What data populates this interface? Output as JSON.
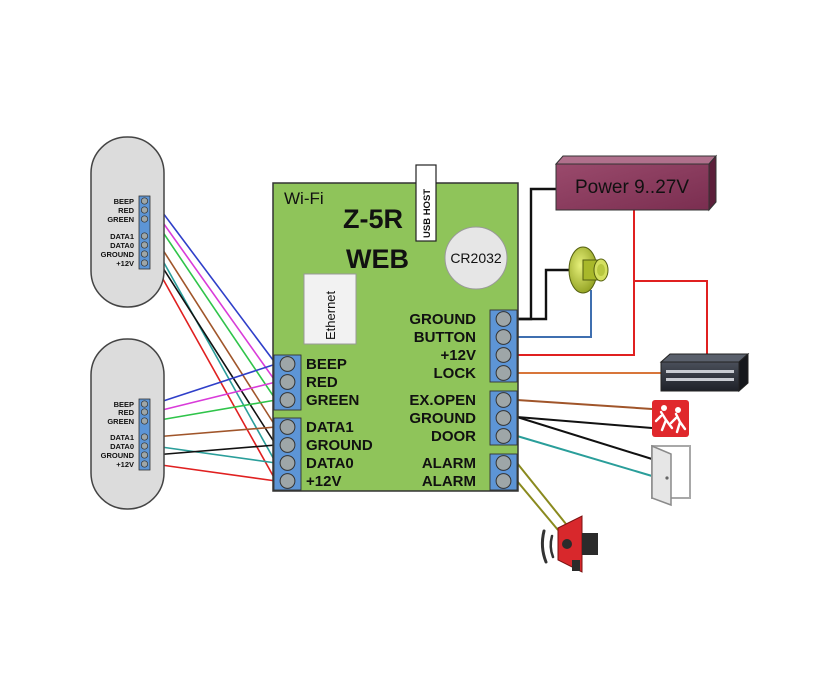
{
  "board": {
    "wifi_label": "Wi-Fi",
    "title_line1": "Z-5R",
    "title_line2": "WEB",
    "usb_label": "USB HOST",
    "battery_label": "CR2032",
    "ethernet_label": "Ethernet",
    "left_terminals": [
      "BEEP",
      "RED",
      "GREEN",
      "DATA1",
      "GROUND",
      "DATA0",
      "+12V"
    ],
    "right_terminals": [
      "GROUND",
      "BUTTON",
      "+12V",
      "LOCK",
      "EX.OPEN",
      "GROUND",
      "DOOR",
      "ALARM",
      "ALARM"
    ]
  },
  "readers": [
    {
      "name": "reader-1",
      "pins": [
        "BEEP",
        "RED",
        "GREEN",
        "DATA1",
        "DATA0",
        "GROUND",
        "+12V"
      ]
    },
    {
      "name": "reader-2",
      "pins": [
        "BEEP",
        "RED",
        "GREEN",
        "DATA1",
        "DATA0",
        "GROUND",
        "+12V"
      ]
    }
  ],
  "power_supply": {
    "label": "Power 9..27V",
    "color": "#8c3a5e"
  },
  "devices": [
    "exit-button",
    "electromagnetic-lock",
    "emergency-exit-sign",
    "door-sensor",
    "alarm-siren"
  ],
  "colors": {
    "board": "#8fc45a",
    "terminal": "#5d95d6",
    "beep": "#2f3fc9",
    "red": "#e8343a",
    "green": "#2fc44a",
    "pink": "#d93bd9",
    "data1": "#a0552a",
    "data0": "#2a9e9a",
    "ground": "#111111",
    "olive": "#8a8a1e",
    "twelve_v": "#e02020"
  }
}
